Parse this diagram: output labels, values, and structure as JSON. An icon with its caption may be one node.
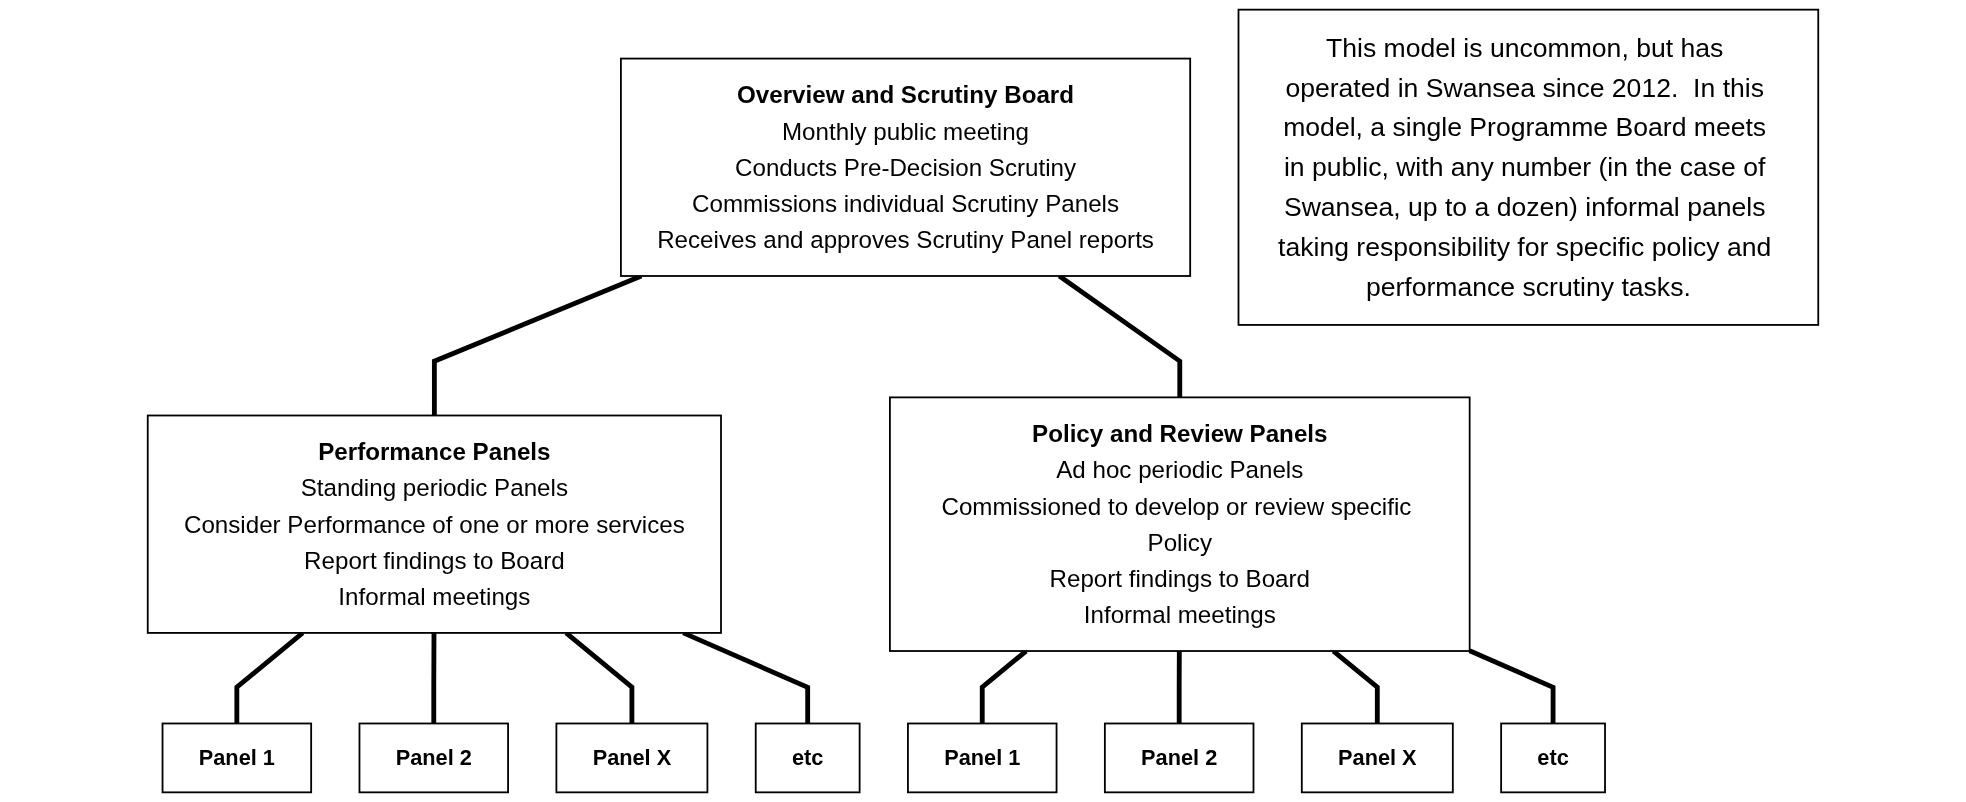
{
  "diagram": {
    "nodes": [
      {
        "text": [
          "Overview and Scrutiny Board",
          "Monthly public meeting",
          "Conducts Pre-Decision Scrutiny",
          "Commissions individual Scrutiny Panels",
          "Receives and approves Scrutiny Panel reports"
        ]
      },
      {
        "text": [
          "This model is uncommon, but has operated in Swansea since 2012.  In this model, a single Programme Board meets in public, with any number (in the case of Swansea, up to a dozen) informal panels taking responsibility for specific policy and performance scrutiny tasks."
        ]
      },
      {
        "text": [
          "Performance Panels",
          "Standing periodic Panels",
          "Consider Performance of one or more services",
          "Report findings to Board",
          "Informal meetings"
        ]
      },
      {
        "text": [
          "Policy and Review Panels",
          "Ad hoc periodic Panels",
          "Commissioned to develop or review specific Policy",
          "Report findings to Board",
          "Informal meetings"
        ]
      },
      {
        "text": [
          "Panel 1"
        ]
      },
      {
        "text": [
          "Panel 2"
        ]
      },
      {
        "text": [
          "Panel X"
        ]
      },
      {
        "text": [
          "etc"
        ]
      },
      {
        "text": [
          "Panel 1"
        ]
      },
      {
        "text": [
          "Panel 2"
        ]
      },
      {
        "text": [
          "Panel X"
        ]
      },
      {
        "text": [
          "etc"
        ]
      }
    ],
    "edges": [
      {
        "from": 0,
        "to": 2,
        "arrow": "none"
      },
      {
        "from": 0,
        "to": 3,
        "arrow": "none"
      },
      {
        "from": 2,
        "to": 4,
        "arrow": "none"
      },
      {
        "from": 2,
        "to": 5,
        "arrow": "none"
      },
      {
        "from": 2,
        "to": 6,
        "arrow": "none"
      },
      {
        "from": 2,
        "to": 7,
        "arrow": "none"
      },
      {
        "from": 3,
        "to": 8,
        "arrow": "none"
      },
      {
        "from": 3,
        "to": 9,
        "arrow": "none"
      },
      {
        "from": 3,
        "to": 10,
        "arrow": "none"
      },
      {
        "from": 3,
        "to": 11,
        "arrow": "none"
      }
    ]
  }
}
